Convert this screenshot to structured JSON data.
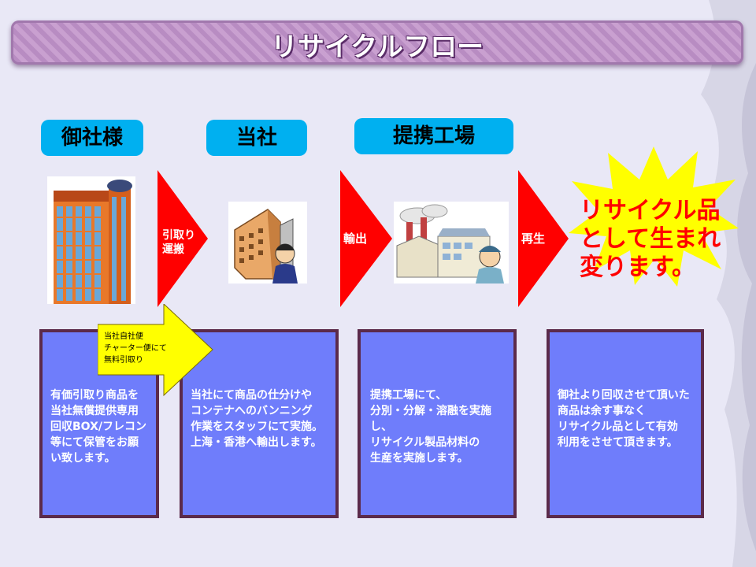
{
  "title": "リサイクルフロー",
  "labels": {
    "client": "御社様",
    "us": "当社",
    "factory": "提携工場"
  },
  "arrows": {
    "pickup": [
      "引取り",
      "運搬"
    ],
    "export": "輸出",
    "regenerate": "再生"
  },
  "note": [
    "当社自社便",
    "チャーター便にて",
    "無料引取り"
  ],
  "result": [
    "リサイクル品",
    "として生まれ",
    "変ります。"
  ],
  "descriptions": {
    "client": [
      "有価引取り商品を",
      "当社無償提供専用",
      "回収BOX/フレコン",
      "等にて保管をお願",
      "い致します。"
    ],
    "us": [
      "当社にて商品の仕分けや",
      "コンテナへのバンニング",
      "作業をスタッフにて実施。",
      "上海・香港へ輸出します。"
    ],
    "factory": [
      "提携工場にて、",
      "分別・分解・溶融を実施し、",
      "リサイクル製品材料の",
      "生産を実施します。"
    ],
    "result": [
      "御社より回収させて頂いた",
      "商品は余す事なく",
      "リサイクル品として有効",
      "利用をさせて頂きます。"
    ]
  },
  "colors": {
    "label_bg": "#00b0f0",
    "arrow": "#ff0000",
    "desc_bg": "#6f7dfb",
    "desc_border": "#5b2a4a",
    "burst": "#ffff00"
  }
}
